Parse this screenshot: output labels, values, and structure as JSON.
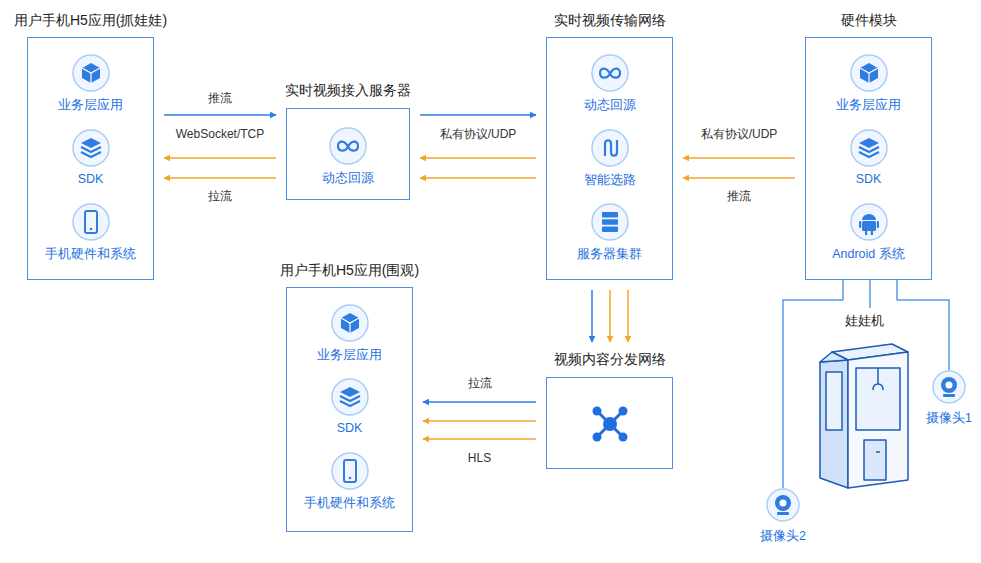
{
  "diagram": {
    "nodes": [
      {
        "text": [
          "用户手机H5应用(抓娃娃)"
        ]
      },
      {
        "text": [
          "业务层应用"
        ],
        "in": 0
      },
      {
        "text": [
          "SDK"
        ],
        "in": 0
      },
      {
        "text": [
          "手机硬件和系统"
        ],
        "in": 0
      },
      {
        "text": [
          "实时视频接入服务器"
        ]
      },
      {
        "text": [
          "动态回源"
        ],
        "in": 4
      },
      {
        "text": [
          "实时视频传输网络"
        ]
      },
      {
        "text": [
          "动态回源"
        ],
        "in": 6
      },
      {
        "text": [
          "智能选路"
        ],
        "in": 6
      },
      {
        "text": [
          "服务器集群"
        ],
        "in": 6
      },
      {
        "text": [
          "硬件模块"
        ]
      },
      {
        "text": [
          "业务层应用"
        ],
        "in": 10
      },
      {
        "text": [
          "SDK"
        ],
        "in": 10
      },
      {
        "text": [
          "Android 系统"
        ],
        "in": 10
      },
      {
        "text": [
          "用户手机H5应用(围观)"
        ]
      },
      {
        "text": [
          "业务层应用"
        ],
        "in": 14
      },
      {
        "text": [
          "SDK"
        ],
        "in": 14
      },
      {
        "text": [
          "手机硬件和系统"
        ],
        "in": 14
      },
      {
        "text": [
          "视频内容分发网络"
        ]
      },
      {
        "text": [
          "娃娃机"
        ]
      },
      {
        "text": [
          "摄像头1"
        ]
      },
      {
        "text": [
          "摄像头2"
        ]
      }
    ],
    "edges": [
      {
        "from": 0,
        "to": 4,
        "label": "推流",
        "arrow": "to"
      },
      {
        "from": 4,
        "to": 0,
        "label": "WebSocket/TCP",
        "arrow": "to"
      },
      {
        "from": 4,
        "to": 0,
        "label": "拉流",
        "arrow": "to"
      },
      {
        "from": 4,
        "to": 6,
        "label": "私有协议/UDP",
        "arrow": "to"
      },
      {
        "from": 6,
        "to": 4,
        "arrow": "to"
      },
      {
        "from": 6,
        "to": 4,
        "arrow": "to"
      },
      {
        "from": 10,
        "to": 6,
        "label": "私有协议/UDP",
        "arrow": "to"
      },
      {
        "from": 10,
        "to": 6,
        "label": "推流",
        "arrow": "to"
      },
      {
        "from": 6,
        "to": 18,
        "arrow": "to"
      },
      {
        "from": 6,
        "to": 18,
        "arrow": "to"
      },
      {
        "from": 6,
        "to": 18,
        "arrow": "to"
      },
      {
        "from": 18,
        "to": 14,
        "label": "拉流",
        "arrow": "to"
      },
      {
        "from": 18,
        "to": 14,
        "arrow": "to"
      },
      {
        "from": 18,
        "to": 14,
        "label": "HLS",
        "arrow": "to"
      },
      {
        "from": 10,
        "to": 19,
        "arrow": "none"
      },
      {
        "from": 10,
        "to": 20,
        "arrow": "none"
      },
      {
        "from": 10,
        "to": 21,
        "arrow": "none"
      }
    ]
  }
}
